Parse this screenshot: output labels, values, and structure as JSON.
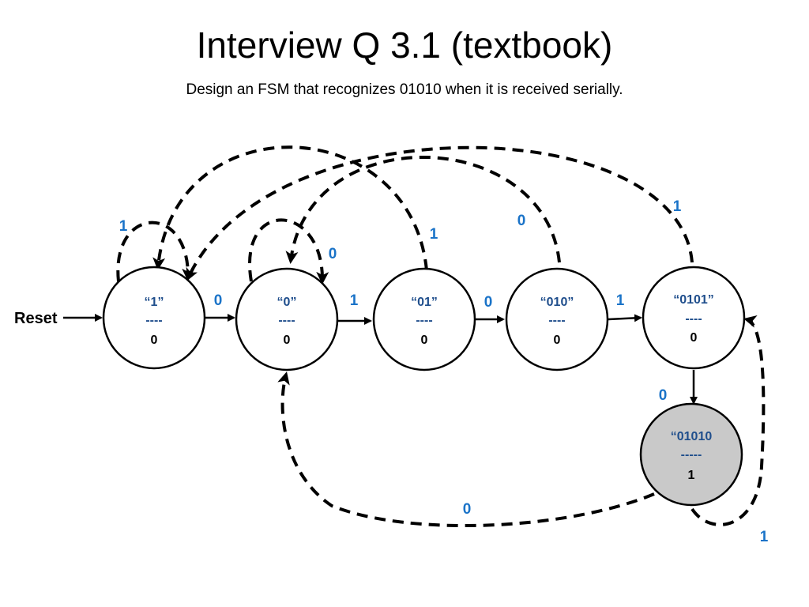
{
  "title": "Interview Q 3.1 (textbook)",
  "subtitle": "Design an FSM that recognizes 01010 when it is received serially.",
  "reset_label": "Reset",
  "colors": {
    "state_label": "#1f4e8c",
    "transition_label": "#1a73c8",
    "accept_fill": "#c9c9c9"
  },
  "states": [
    {
      "name": "“1”",
      "separator": "----",
      "output": "0"
    },
    {
      "name": "“0”",
      "separator": "----",
      "output": "0"
    },
    {
      "name": "“01”",
      "separator": "----",
      "output": "0"
    },
    {
      "name": "“010”",
      "separator": "----",
      "output": "0"
    },
    {
      "name": "“0101”",
      "separator": "----",
      "output": "0"
    },
    {
      "name": "“01010",
      "separator": "-----",
      "output": "1"
    }
  ],
  "transitions": {
    "s1_to_s0": "0",
    "s0_to_s01": "1",
    "s01_to_s010": "0",
    "s010_to_s0101": "1",
    "s0101_to_s01010": "0",
    "s1_self": "1",
    "s0_self": "0",
    "s01_to_s1": "1",
    "s010_to_s0": "0",
    "s0101_to_s1": "1",
    "s01010_to_s0": "0",
    "s01010_to_s0101": "1"
  }
}
